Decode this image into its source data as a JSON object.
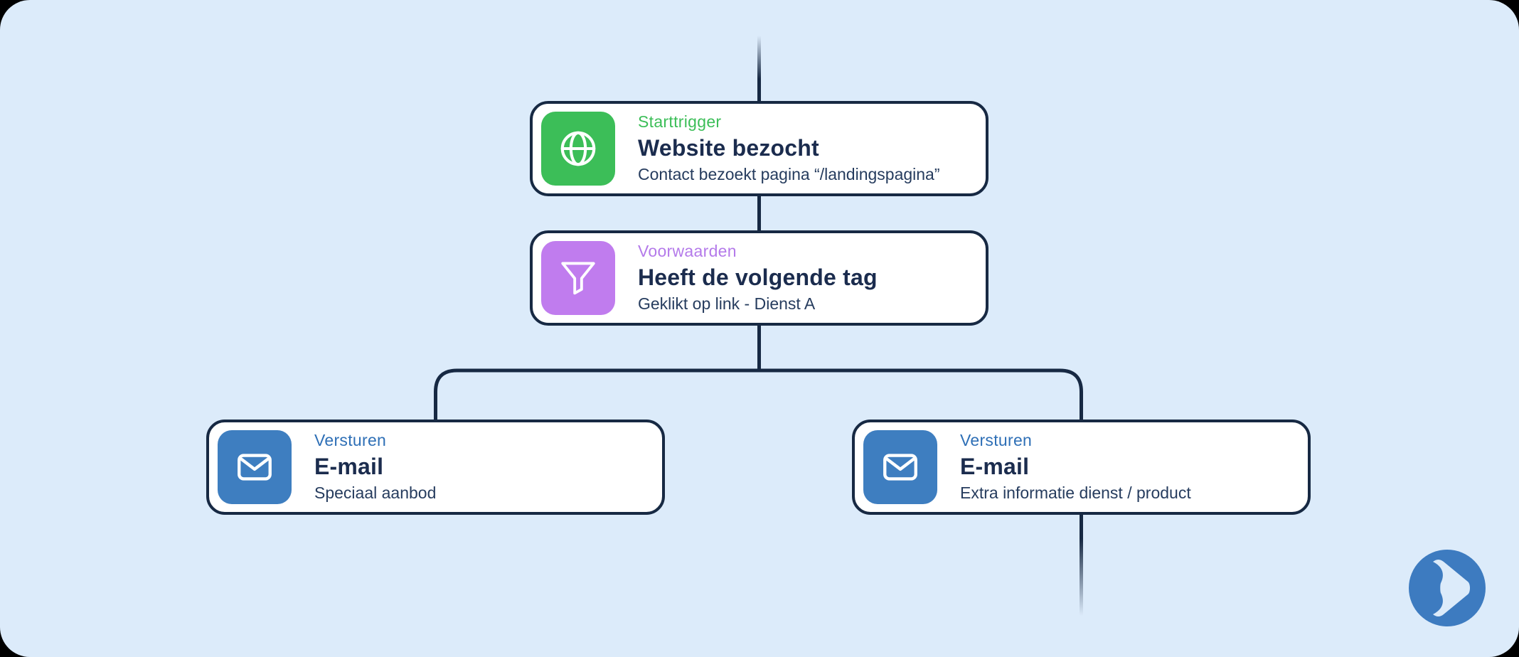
{
  "page": {
    "background_color": "#DCEBFA",
    "outside_color": "#000000",
    "type": "marketing-automation-flowchart"
  },
  "colors": {
    "line_navy": "#172943",
    "card_background": "#FFFFFF",
    "title_text": "#1B2C4E",
    "subtitle_text": "#263C5E",
    "trigger_green": "#3CBE58",
    "condition_purple": "#C07CEE",
    "send_blue": "#3E7EC0",
    "send_label_blue": "#2E6FB6",
    "logo_blue": "#3D7BC0"
  },
  "flow": {
    "nodes": [
      {
        "id": "trigger",
        "type_label": "Starttrigger",
        "title": "Website bezocht",
        "subtitle": "Contact bezoekt pagina “/landingspagina”",
        "icon": "globe-icon",
        "accent_color": "#3CBE58"
      },
      {
        "id": "condition",
        "type_label": "Voorwaarden",
        "title": "Heeft de volgende tag",
        "subtitle": "Geklikt op link - Dienst A",
        "icon": "filter-icon",
        "accent_color": "#C07CEE"
      },
      {
        "id": "email-left",
        "type_label": "Versturen",
        "title": "E-mail",
        "subtitle": "Speciaal aanbod",
        "icon": "mail-icon",
        "accent_color": "#3E7EC0"
      },
      {
        "id": "email-right",
        "type_label": "Versturen",
        "title": "E-mail",
        "subtitle": "Extra informatie dienst / product",
        "icon": "mail-icon",
        "accent_color": "#3E7EC0"
      }
    ],
    "edges": [
      {
        "from": "start",
        "to": "trigger"
      },
      {
        "from": "trigger",
        "to": "condition"
      },
      {
        "from": "condition",
        "to": "email-left"
      },
      {
        "from": "condition",
        "to": "email-right"
      },
      {
        "from": "email-right",
        "to": "continues-below"
      }
    ]
  }
}
